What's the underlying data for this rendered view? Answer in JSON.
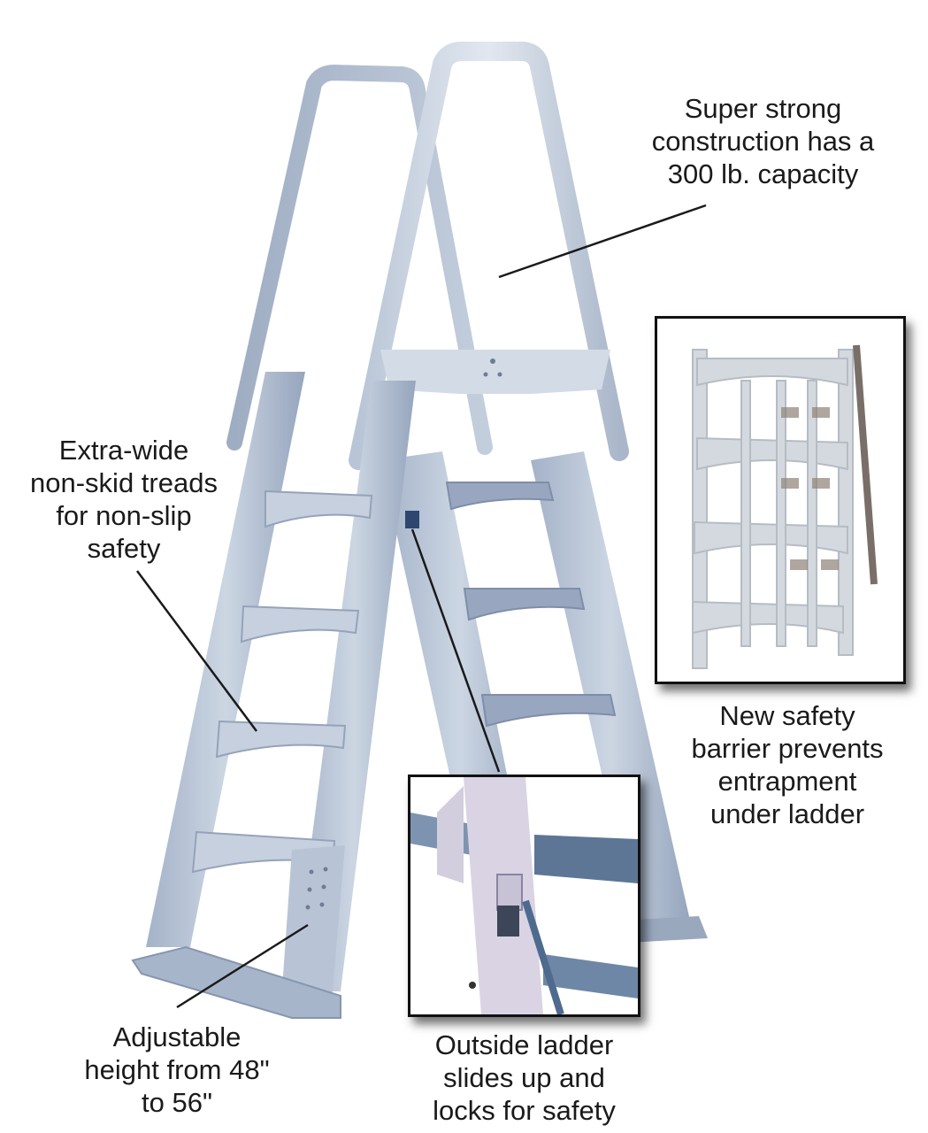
{
  "figure": {
    "subject": "A-frame above-ground pool ladder with feature callouts",
    "colors": {
      "ladder_light": "#d6dde8",
      "ladder_mid": "#a9b6c9",
      "ladder_dark": "#7f8ea8",
      "leader_line": "#1a1a1a",
      "text": "#1a1a1a",
      "inset_border": "#111111"
    }
  },
  "callouts": [
    {
      "id": "capacity",
      "text": "Super strong\nconstruction has a\n300 lb. capacity"
    },
    {
      "id": "treads",
      "text": "Extra-wide\nnon-skid treads\nfor non-slip\nsafety"
    },
    {
      "id": "barrier",
      "text": "New safety\nbarrier prevents\nentrapment\nunder ladder"
    },
    {
      "id": "height",
      "text": "Adjustable\nheight from 48\"\nto 56\""
    },
    {
      "id": "lock",
      "text": "Outside ladder\nslides up and\nlocks for safety"
    }
  ],
  "insets": [
    {
      "id": "barrier-inset",
      "caption_ref": "barrier"
    },
    {
      "id": "lock-inset",
      "caption_ref": "lock"
    }
  ]
}
